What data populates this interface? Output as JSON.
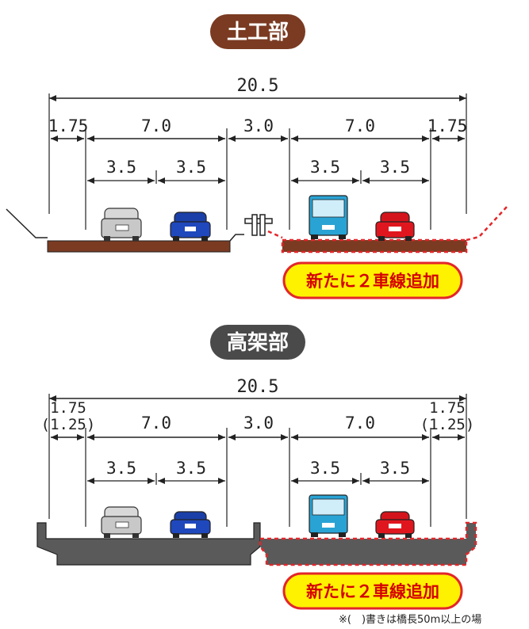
{
  "colors": {
    "earthwork_pill": "#7a3b22",
    "viaduct_pill": "#4a4a4a",
    "earth_slab": "#7a3b22",
    "concrete_slab": "#5a5a5a",
    "new_lane_outline": "#e3262a",
    "badge_fill": "#fff200",
    "badge_border": "#e3262a",
    "badge_text": "#d40000",
    "dimension_line": "#222222"
  },
  "sections": [
    {
      "title": "土工部",
      "total_width": "20.5",
      "segments": [
        "1.75",
        "7.0",
        "3.0",
        "7.0",
        "1.75"
      ],
      "lanes_left": [
        "3.5",
        "3.5"
      ],
      "lanes_right": [
        "3.5",
        "3.5"
      ],
      "badge": "新たに２車線追加"
    },
    {
      "title": "高架部",
      "total_width": "20.5",
      "segments": [
        "1.75",
        "7.0",
        "3.0",
        "7.0",
        "1.75"
      ],
      "shoulder_note": "(1.25)",
      "lanes_left": [
        "3.5",
        "3.5"
      ],
      "lanes_right": [
        "3.5",
        "3.5"
      ],
      "badge": "新たに２車線追加"
    }
  ],
  "footnote": "※(　)書きは橋長50m以上の場",
  "icons": {
    "cars": [
      "silver-car-icon",
      "blue-car-icon",
      "bus-icon",
      "red-car-icon"
    ],
    "divider": "median-barrier-icon"
  }
}
